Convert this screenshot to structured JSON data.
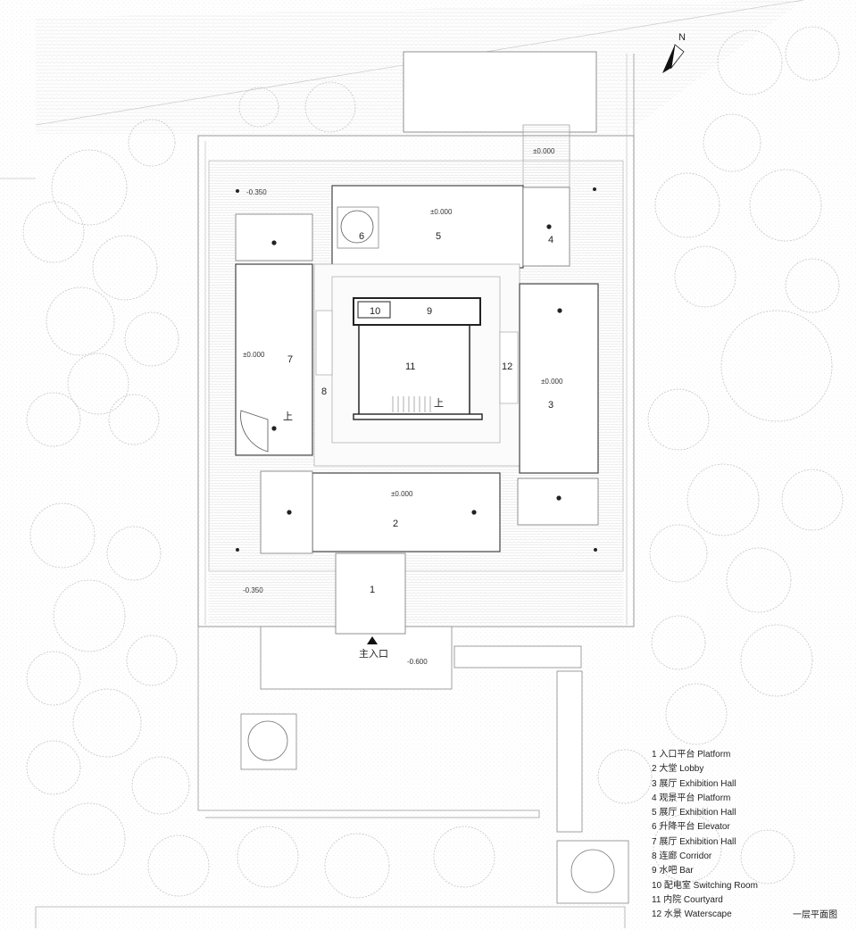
{
  "compass": {
    "label": "N"
  },
  "rooms": [
    {
      "id": "r1",
      "number": "1"
    },
    {
      "id": "r2",
      "number": "2"
    },
    {
      "id": "r3",
      "number": "3"
    },
    {
      "id": "r4",
      "number": "4"
    },
    {
      "id": "r5",
      "number": "5"
    },
    {
      "id": "r6",
      "number": "6"
    },
    {
      "id": "r7",
      "number": "7"
    },
    {
      "id": "r8",
      "number": "8"
    },
    {
      "id": "r9",
      "number": "9"
    },
    {
      "id": "r10",
      "number": "10"
    },
    {
      "id": "r11",
      "number": "11"
    },
    {
      "id": "r12",
      "number": "12"
    }
  ],
  "levels": {
    "north_stair": "±0.000",
    "exhibition_5": "±0.000",
    "exhibition_7": "±0.000",
    "exhibition_3": "±0.000",
    "lobby": "±0.000",
    "terrace_nw": "-0.350",
    "terrace_sw": "-0.350",
    "entrance_plaza": "-0.600"
  },
  "stairs": {
    "up_west": "上",
    "up_court": "上"
  },
  "entrance": {
    "label": "主入口"
  },
  "legend": [
    "1  入口平台 Platform",
    "2  大堂 Lobby",
    "3  展厅 Exhibition Hall",
    "4  观景平台 Platform",
    "5  展厅 Exhibition Hall",
    "6  升降平台 Elevator",
    "7  展厅 Exhibition Hall",
    "8  连廊 Corridor",
    "9  水吧 Bar",
    "10  配电室 Switching Room",
    "11  内院 Courtyard",
    "12  水景 Waterscape"
  ],
  "plan_title": "一层平面图"
}
